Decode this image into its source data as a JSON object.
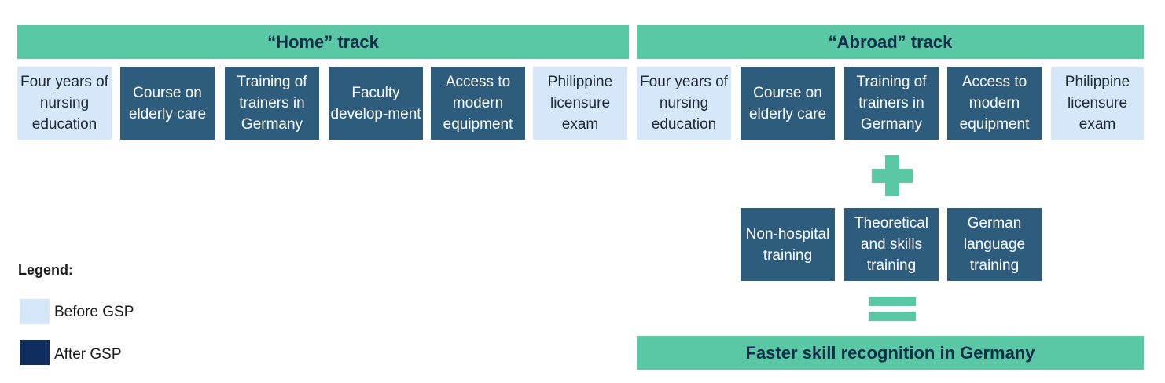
{
  "home": {
    "title": "“Home” track",
    "items": [
      {
        "label": "Four years of nursing education",
        "type": "before"
      },
      {
        "label": "Course on elderly care",
        "type": "after"
      },
      {
        "label": "Training of trainers in Germany",
        "type": "after"
      },
      {
        "label": "Faculty develop-ment",
        "type": "after"
      },
      {
        "label": "Access to modern equipment",
        "type": "after"
      },
      {
        "label": "Philippine licensure exam",
        "type": "before"
      }
    ]
  },
  "abroad": {
    "title": "“Abroad” track",
    "items": [
      {
        "label": "Four years of nursing education",
        "type": "before"
      },
      {
        "label": "Course on elderly care",
        "type": "after"
      },
      {
        "label": "Training of trainers in Germany",
        "type": "after"
      },
      {
        "label": "Access to modern equipment",
        "type": "after"
      },
      {
        "label": "Philippine licensure exam",
        "type": "before"
      }
    ],
    "extra": [
      {
        "label": "Non-hospital training"
      },
      {
        "label": "Theoretical and skills training"
      },
      {
        "label": "German language training"
      }
    ],
    "result": "Faster skill recognition in Germany"
  },
  "legend": {
    "title": "Legend:",
    "items": [
      {
        "label": "Before GSP",
        "color": "#d6e7fa"
      },
      {
        "label": "After GSP",
        "color": "#0f2d5e"
      }
    ]
  },
  "colors": {
    "green": "#5bc8a5",
    "dark": "#2d5c7c",
    "light": "#d6e7fa"
  }
}
